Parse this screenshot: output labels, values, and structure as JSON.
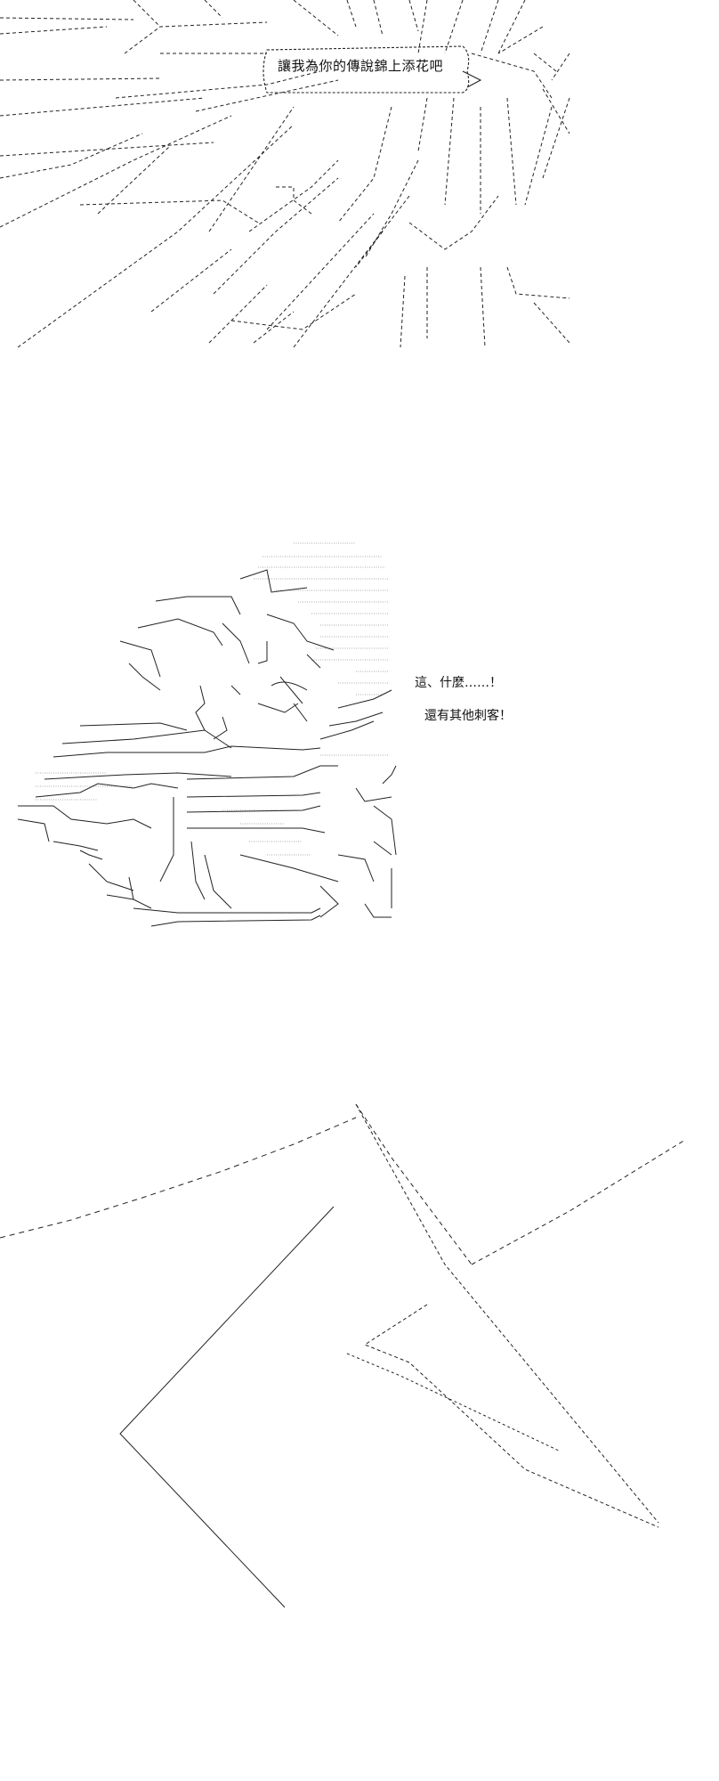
{
  "panel1": {
    "speech_bubble": "讓我為你的傳說錦上添花吧"
  },
  "panel2": {
    "line1": "這、什麼……！",
    "line2": "還有其他刺客！"
  },
  "colors": {
    "ink": "#222222",
    "background": "#ffffff"
  }
}
